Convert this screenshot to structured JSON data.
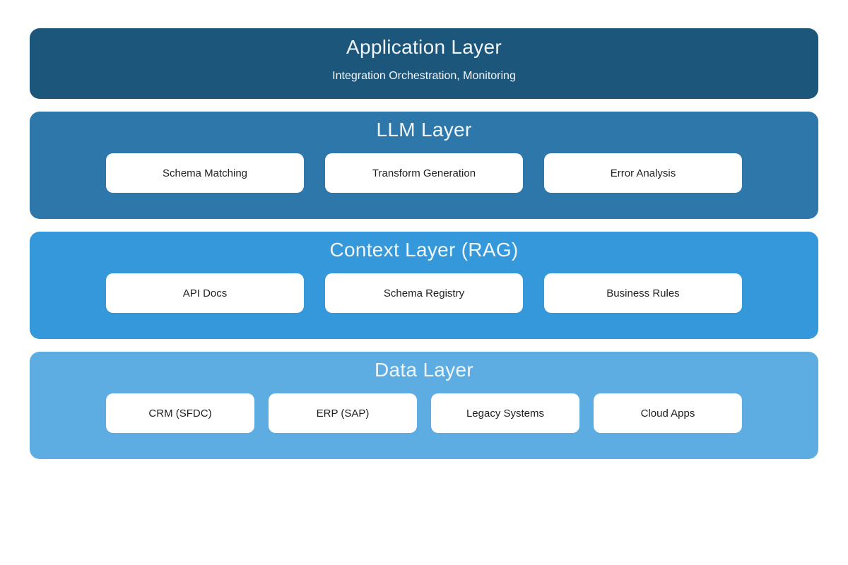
{
  "diagram": {
    "type": "layered-architecture",
    "colors": {
      "application_layer": "#1d567b",
      "llm_layer": "#2d77ab",
      "context_layer": "#3498db",
      "data_layer": "#5dade2",
      "card_background": "#ffffff",
      "card_text": "#1f1f1f",
      "layer_text": "#f0f6fa"
    },
    "layers": [
      {
        "id": "application",
        "title": "Application Layer",
        "subtitle": "Integration Orchestration, Monitoring",
        "color": "#1d567b",
        "cards": []
      },
      {
        "id": "llm",
        "title": "LLM Layer",
        "color": "#2d77ab",
        "cards": [
          "Schema Matching",
          "Transform Generation",
          "Error Analysis"
        ]
      },
      {
        "id": "context",
        "title": "Context Layer (RAG)",
        "color": "#3498db",
        "cards": [
          "API Docs",
          "Schema Registry",
          "Business Rules"
        ]
      },
      {
        "id": "data",
        "title": "Data Layer",
        "color": "#5dade2",
        "cards": [
          "CRM (SFDC)",
          "ERP (SAP)",
          "Legacy Systems",
          "Cloud Apps"
        ]
      }
    ]
  }
}
